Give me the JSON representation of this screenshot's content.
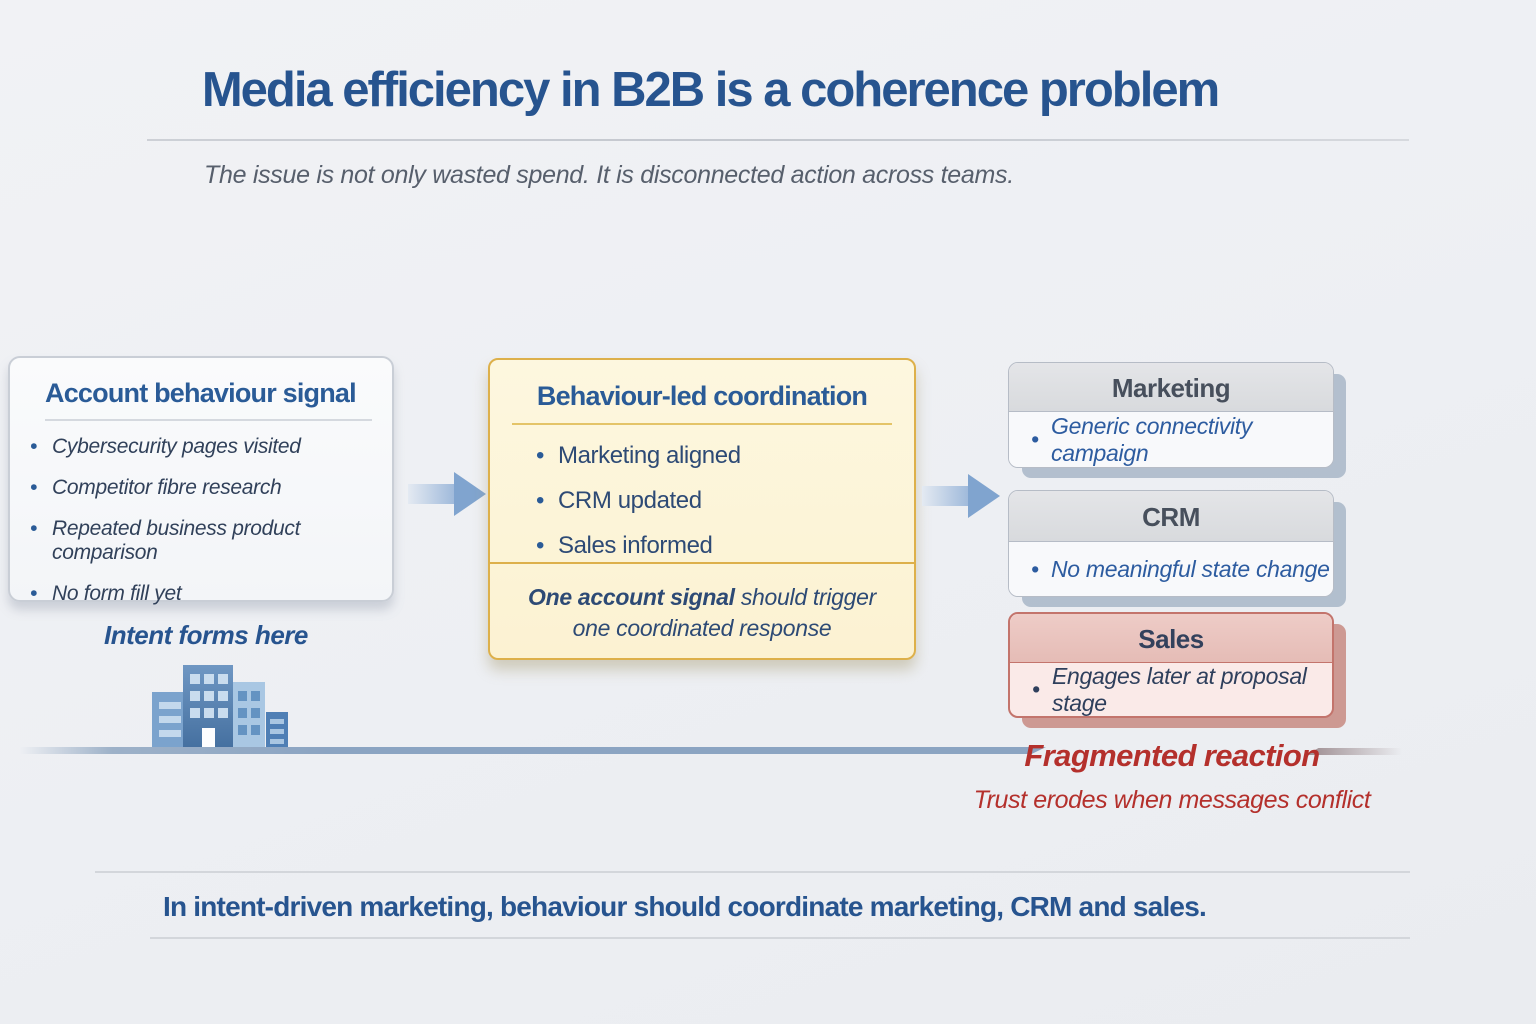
{
  "title": "Media efficiency in B2B is a coherence problem",
  "subtitle": "The issue is not only wasted spend. It is disconnected action across teams.",
  "signal_box": {
    "heading": "Account behaviour signal",
    "items": [
      "Cybersecurity pages visited",
      "Competitor fibre research",
      "Repeated business product comparison",
      "No form fill yet"
    ]
  },
  "intent_label": "Intent forms here",
  "coordination_box": {
    "heading": "Behaviour-led coordination",
    "items": [
      "Marketing aligned",
      "CRM updated",
      "Sales informed"
    ],
    "note_strong": "One account signal",
    "note_rest": " should trigger one coordinated response"
  },
  "outcome_cards": [
    {
      "title": "Marketing",
      "item": "Generic connectivity campaign",
      "variant": "gray"
    },
    {
      "title": "CRM",
      "item": "No meaningful state change",
      "variant": "gray"
    },
    {
      "title": "Sales",
      "item": "Engages later at proposal stage",
      "variant": "red"
    }
  ],
  "fragmented_label": "Fragmented reaction",
  "trust_label": "Trust erodes when messages conflict",
  "footer": "In intent-driven marketing, behaviour should coordinate marketing, CRM and sales.",
  "colors": {
    "background": "#eef0f3",
    "title_blue": "#27548f",
    "heading_blue": "#2a5b97",
    "body_navy": "#31415a",
    "accent_red": "#b4302c",
    "gold_border": "#ddb04a",
    "cream_panel": "#fdf5da",
    "card_header_gray": "#dcdde0",
    "sales_pink": "#e9c4bf",
    "arrow_blue": "#80a4cf",
    "timeline_blue": "#8ba4c2"
  }
}
